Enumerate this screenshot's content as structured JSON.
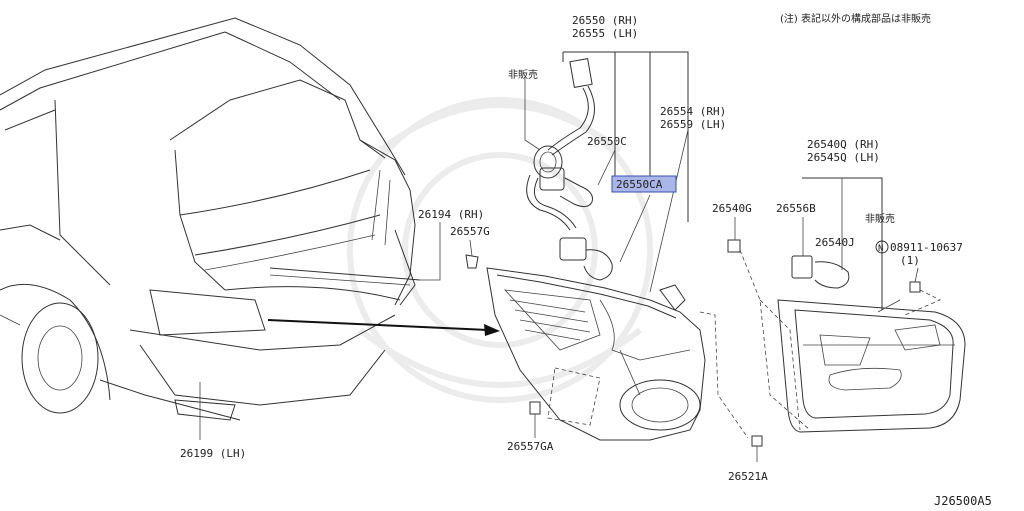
{
  "note": "(注) 表記以外の構成部品は非販売",
  "diagram_id": "J26500A5",
  "labels": {
    "p26550": "26550 (RH)",
    "p26555": "26555 (LH)",
    "not_sold_1": "非販売",
    "p26554": "26554 (RH)",
    "p26559": "26559 (LH)",
    "p26550C": "26550C",
    "p26550CA": "26550CA",
    "p26194": "26194 (RH)",
    "p26557G": "26557G",
    "p26199": "26199 (LH)",
    "p26557GA": "26557GA",
    "p26540G": "26540G",
    "p26556B": "26556B",
    "p26540Q": "26540Q (RH)",
    "p26545Q": "26545Q (LH)",
    "not_sold_2": "非販売",
    "p26540J": "26540J",
    "n_mark": "N",
    "p08911": "08911-10637",
    "qty_1": "(1)",
    "p26521A": "26521A"
  },
  "colors": {
    "highlight": "#a9b6e8",
    "highlight_border": "#3b4fb0",
    "line": "#333333",
    "watermark": "#ececec"
  }
}
